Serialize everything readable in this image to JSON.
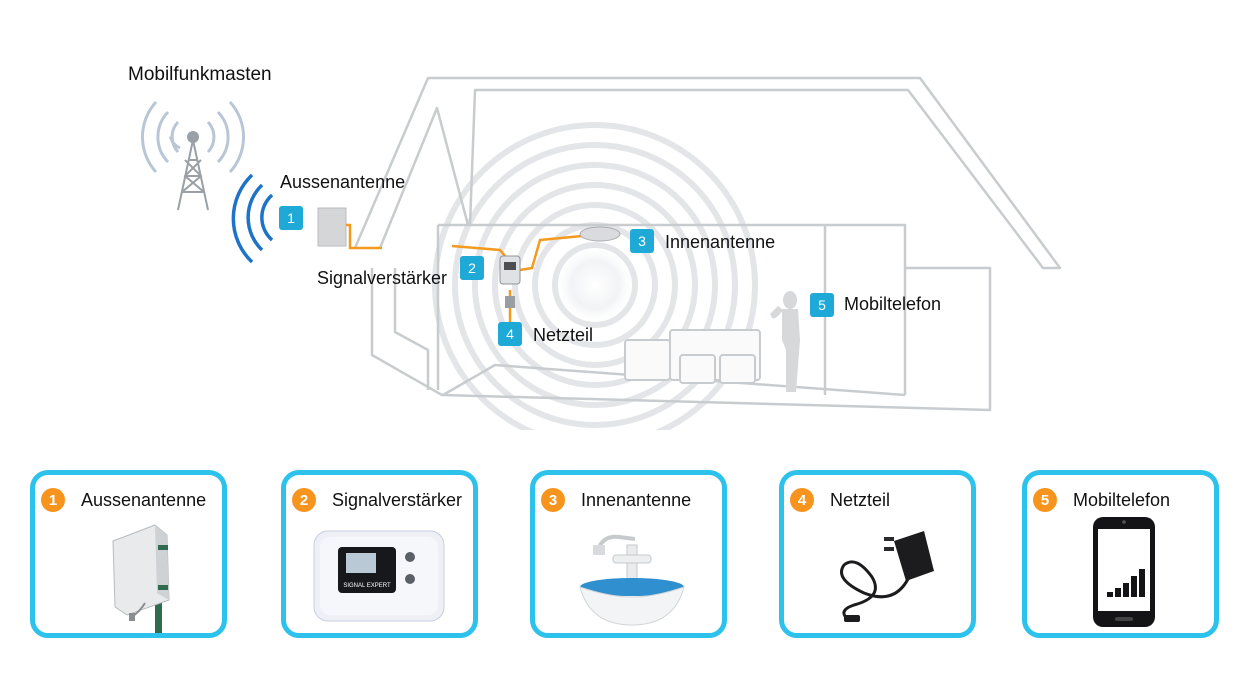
{
  "scene": {
    "mast_label": "Mobilfunkmasten",
    "outdoor_antenna_label": "Aussenantenne",
    "booster_label": "Signalverstärker",
    "indoor_antenna_label": "Innenantenne",
    "power_supply_label": "Netzteil",
    "phone_label": "Mobiltelefon",
    "badges": [
      "1",
      "2",
      "3",
      "4",
      "5"
    ]
  },
  "booster_screen_text": "SIGNAL EXPERT",
  "components": [
    {
      "number": "1",
      "title": "Aussenantenne",
      "icon": "panel-antenna-icon"
    },
    {
      "number": "2",
      "title": "Signalverstärker",
      "icon": "signal-booster-icon"
    },
    {
      "number": "3",
      "title": "Innenantenne",
      "icon": "ceiling-antenna-icon"
    },
    {
      "number": "4",
      "title": "Netzteil",
      "icon": "power-adapter-icon"
    },
    {
      "number": "5",
      "title": "Mobiltelefon",
      "icon": "smartphone-icon"
    }
  ],
  "colors": {
    "badge": "#1fa9d6",
    "card_border": "#2cc2ec",
    "number_circle": "#f7941d",
    "cable": "#f39a1e",
    "signal_waves": "#1e73c8"
  }
}
